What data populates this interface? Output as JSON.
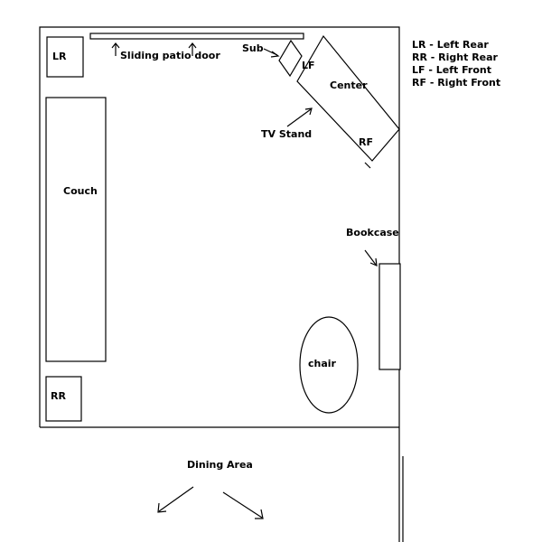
{
  "labels": {
    "lr": "LR",
    "rr": "RR",
    "couch": "Couch",
    "patio_door": "Sliding patio door",
    "sub": "Sub",
    "lf": "LF",
    "center": "Center",
    "rf": "RF",
    "tv_stand": "TV Stand",
    "bookcase": "Bookcase",
    "chair": "chair",
    "dining_area": "Dining Area"
  },
  "legend": [
    {
      "text": "LR - Left Rear"
    },
    {
      "text": "RR - Right Rear"
    },
    {
      "text": "LF - Left Front"
    },
    {
      "text": "RF - Right Front"
    }
  ]
}
